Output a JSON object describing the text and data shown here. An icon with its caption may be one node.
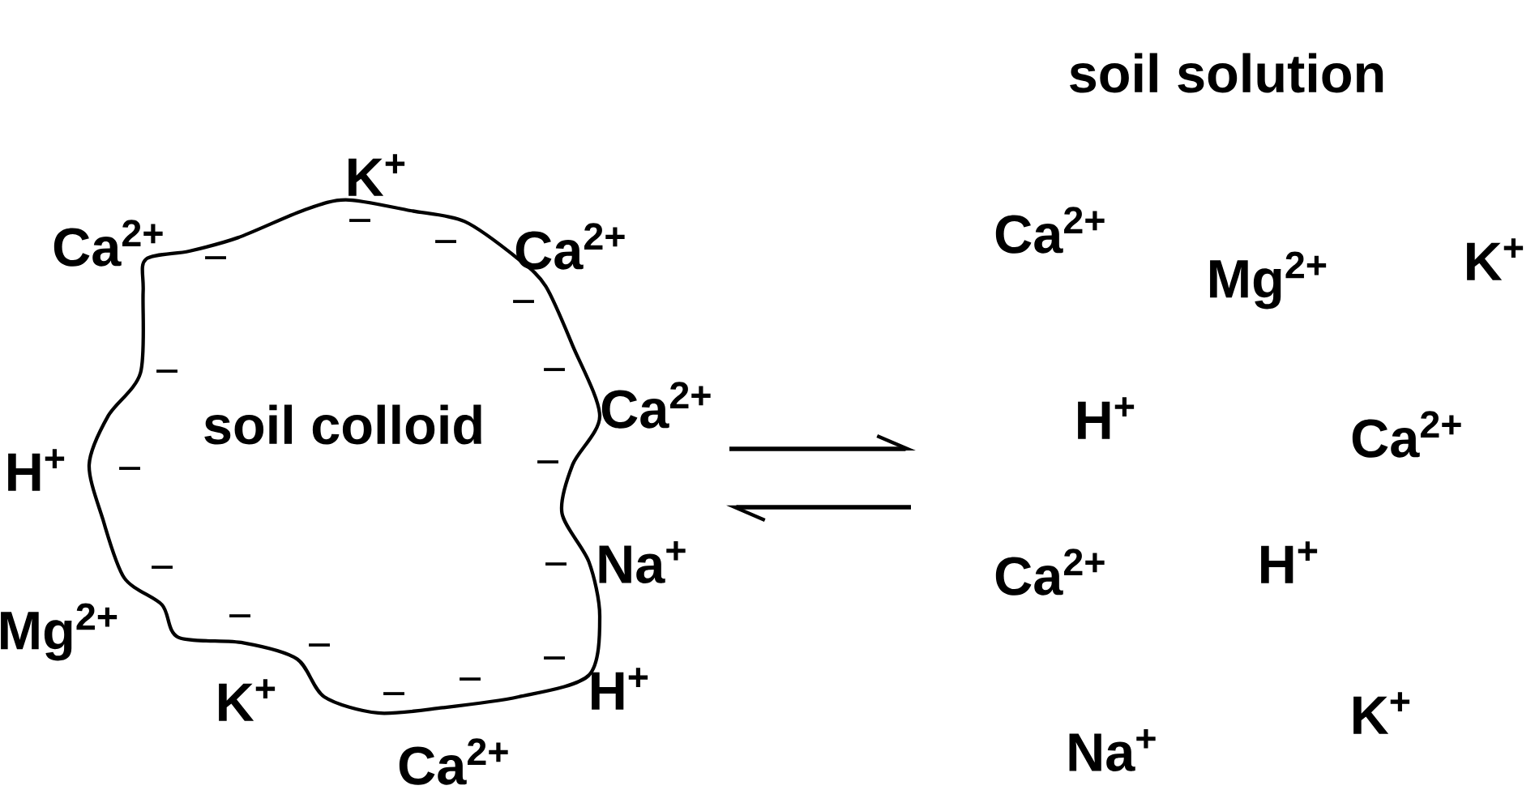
{
  "diagram": {
    "nodes": [
      {
        "text": [
          "soil colloid"
        ]
      },
      {
        "text": [
          "soil solution"
        ]
      }
    ],
    "labels": [
      "Ca$^{2+}$",
      "K$^{+}$",
      "Ca$^{2+}$",
      "Ca$^{2+}$",
      "H$^{+}$",
      "Na$^{+}$",
      "Mg$^{2+}$",
      "K$^{+}$",
      "H$^{+}$",
      "Ca$^{2+}$",
      "−",
      "−",
      "−",
      "−",
      "−",
      "−",
      "−",
      "−",
      "−",
      "−",
      "−",
      "−",
      "−",
      "−",
      "−",
      "Ca$^{2+}$",
      "Mg$^{2+}$",
      "K$^{+}$",
      "H$^{+}$",
      "Ca$^{2+}$",
      "Ca$^{2+}$",
      "H$^{+}$",
      "Na$^{+}$",
      "K$^{+}$"
    ]
  }
}
